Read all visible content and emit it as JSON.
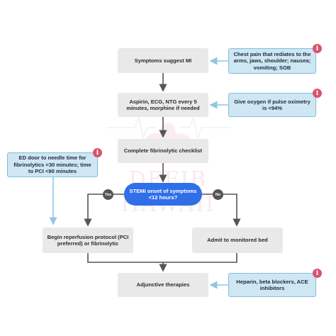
{
  "steps": {
    "symptoms": "Symptoms suggest MI",
    "aspirin": "Aspirin, ECG, NTG every 5 minutes, morphine if needed",
    "checklist": "Complete fibrinolytic checklist",
    "decision": "STEMI onset of symptoms <12 hours?",
    "reperfusion": "Begin reperfusion protocol (PCI preferred) or fibrinolytic",
    "admit": "Admit to monitored bed",
    "adjunctive": "Adjunctive therapies"
  },
  "notes": {
    "chest_pain": "Chest pain that rediates to the arms, jaws, shoulder; nausea; vomiting; SOB",
    "oxygen": "Give oxygen if pulse oximetry is <94%",
    "door_to_needle": "ED door to needle time for fibrinolytics <30 minutes; time to PCI <90 minutes",
    "heparin": "Heparin, beta blockers, ACE inhibitors"
  },
  "branches": {
    "yes": "Yes",
    "no": "No"
  },
  "icons": {
    "info": "info-icon"
  },
  "colors": {
    "step_fill": "#e9e9e9",
    "note_fill": "#cfe6f3",
    "note_border": "#7fbfe0",
    "decision_fill": "#2f6fe8",
    "info_icon": "#d9536e",
    "connector": "#555555",
    "note_connector": "#8fc8e6"
  }
}
